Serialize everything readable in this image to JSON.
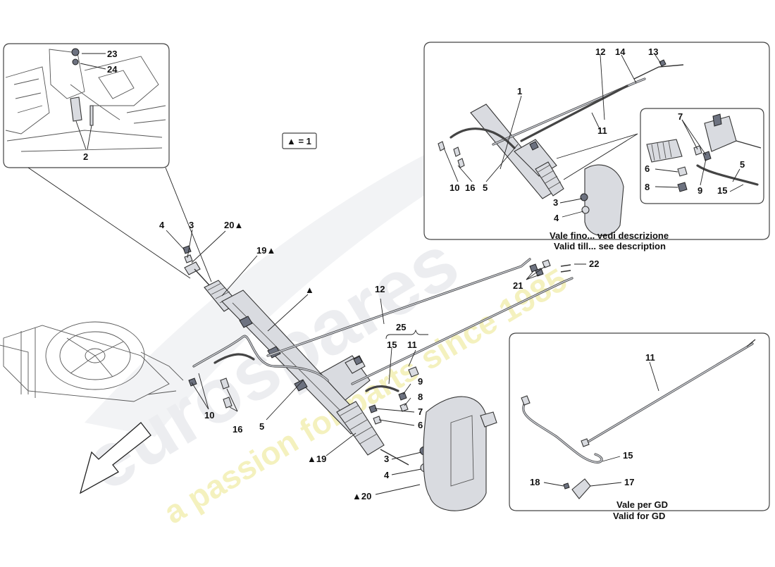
{
  "diagram": {
    "legend_note": "▲ = 1",
    "watermark": {
      "brand": "eurospares",
      "tagline": "a passion for parts since 1985"
    },
    "top_right_inset": {
      "caption_line1": "Vale fino... vedi descrizione",
      "caption_line2": "Valid till... see description"
    },
    "bottom_right_inset": {
      "caption_line1": "Vale per GD",
      "caption_line2": "Valid for GD"
    },
    "callouts": {
      "tl_23": "23",
      "tl_24": "24",
      "tl_2": "2",
      "m_4": "4",
      "m_3": "3",
      "m_20": "20▲",
      "m_19": "19▲",
      "m_tri": "▲",
      "m_12": "12",
      "m_25": "25",
      "m_15": "15",
      "m_11": "11",
      "m_9": "9",
      "m_8": "8",
      "m_7": "7",
      "m_6": "6",
      "m_10": "10",
      "m_16": "16",
      "m_5": "5",
      "m_b19": "▲19",
      "m_b3": "3",
      "m_b4": "4",
      "m_b20": "▲20",
      "m_22": "22",
      "m_21": "21",
      "tr_12": "12",
      "tr_14": "14",
      "tr_13": "13",
      "tr_1": "1",
      "tr_11": "11",
      "tr_10": "10",
      "tr_16": "16",
      "tr_5": "5",
      "tr_3": "3",
      "tr_4": "4",
      "tr_7": "7",
      "tr_6": "6",
      "tr_8": "8",
      "tr_9": "9",
      "tr_5b": "5",
      "tr_15": "15",
      "br_11": "11",
      "br_15": "15",
      "br_18": "18",
      "br_17": "17"
    }
  }
}
